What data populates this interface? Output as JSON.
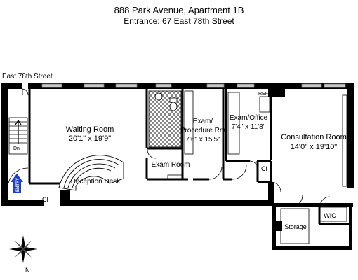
{
  "header": {
    "title": "888 Park Avenue, Apartment 1B",
    "subtitle": "Entrance: 67 East 78th Street"
  },
  "street_label": "East 78th Street",
  "rooms": {
    "waiting_room": {
      "name": "Waiting Room",
      "dims": "20'1\" x 19'9\""
    },
    "reception_desk": {
      "name": "Reception Desk"
    },
    "exam_procedure": {
      "name_line1": "Exam/",
      "name_line2": "Procedure Rm",
      "dims": "7'6\" x 15'5\""
    },
    "exam_office": {
      "name": "Exam/Office",
      "dims": "7'4\" x 11'8\""
    },
    "consultation": {
      "name": "Consultation Room",
      "dims": "14'0\" x 19'10\""
    },
    "exam_room": {
      "name": "Exam Room"
    },
    "storage": {
      "name": "Storage"
    },
    "wic": {
      "name": "WIC"
    },
    "closet_left": {
      "name": "Cl"
    },
    "closet_right": {
      "name": "Cl"
    },
    "ref": {
      "name": "REF"
    }
  },
  "stairs_label": "Dn",
  "entry_label": "ENTRY",
  "compass": {
    "north_label": "N"
  },
  "colors": {
    "wall": "#000000",
    "entry_arrow": "#1f3fd1",
    "window": "#bdbdbd"
  }
}
